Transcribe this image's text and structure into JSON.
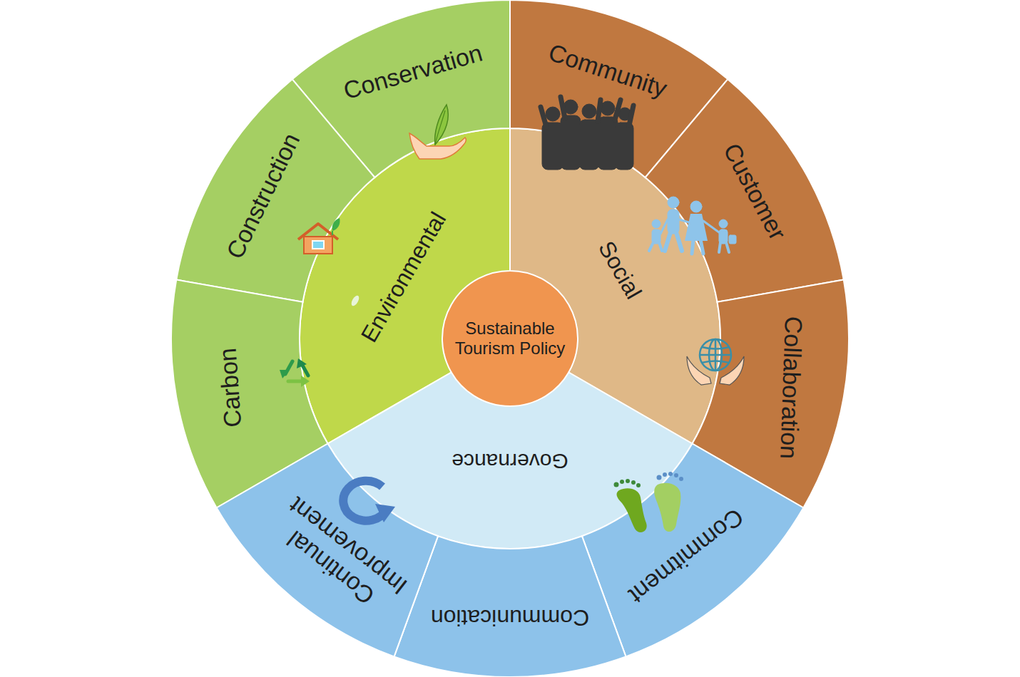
{
  "diagram": {
    "nodes": [
      {
        "text": [
          "Sustainable Tourism Policy"
        ]
      },
      {
        "text": [
          "Environmental"
        ]
      },
      {
        "text": [
          "Social"
        ]
      },
      {
        "text": [
          "Governance"
        ]
      },
      {
        "text": [
          "Conservation"
        ]
      },
      {
        "text": [
          "Construction"
        ]
      },
      {
        "text": [
          "Carbon"
        ]
      },
      {
        "text": [
          "Community"
        ]
      },
      {
        "text": [
          "Customer"
        ]
      },
      {
        "text": [
          "Collaboration"
        ]
      },
      {
        "text": [
          "Commitment"
        ]
      },
      {
        "text": [
          "Communication"
        ]
      },
      {
        "text": [
          "Continual Improvement"
        ]
      }
    ]
  }
}
